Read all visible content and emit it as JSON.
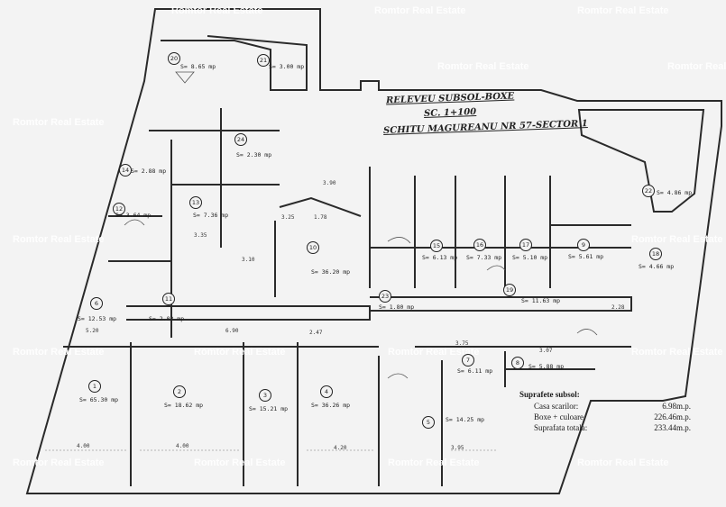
{
  "watermark_text": "Romtor Real Estate",
  "plan": {
    "title_lines": [
      "RELEVEU SUBSOL-BOXE",
      "SC. 1+100",
      "SCHITU MAGUREANU NR 57-SECTOR 1"
    ],
    "rooms": [
      {
        "num": "1",
        "area": "S= 65.30 mp"
      },
      {
        "num": "2",
        "area": "S= 18.62 mp"
      },
      {
        "num": "3",
        "area": "S= 15.21 mp"
      },
      {
        "num": "4",
        "area": "S= 36.26 mp"
      },
      {
        "num": "5",
        "area": "S= 14.25 mp"
      },
      {
        "num": "6",
        "area": "S= 12.53 mp"
      },
      {
        "num": "7",
        "area": "S= 6.11 mp"
      },
      {
        "num": "8",
        "area": "S= 5.88 mp"
      },
      {
        "num": "9",
        "area": "S= 5.61 mp"
      },
      {
        "num": "10",
        "area": "S= 36.20 mp"
      },
      {
        "num": "11",
        "area": "S= 2.02 mp"
      },
      {
        "num": "12",
        "area": "S= 3.64 mp"
      },
      {
        "num": "13",
        "area": "S= 7.36 mp"
      },
      {
        "num": "14",
        "area": "S= 2.88 mp"
      },
      {
        "num": "15",
        "area": "S= 6.13 mp"
      },
      {
        "num": "16",
        "area": "S= 7.33 mp"
      },
      {
        "num": "17",
        "area": "S= 5.10 mp"
      },
      {
        "num": "18",
        "area": "S= 4.66 mp"
      },
      {
        "num": "19",
        "area": "S= 11.63 mp"
      },
      {
        "num": "20",
        "area": "S= 8.65 mp"
      },
      {
        "num": "21",
        "area": "S= 3.00 mp"
      },
      {
        "num": "22",
        "area": "S= 4.86 mp"
      },
      {
        "num": "23",
        "area": "S= 1.80 mp"
      },
      {
        "num": "24",
        "area": "S= 2.30 mp"
      }
    ],
    "dimensions": [
      "4.00",
      "4.00",
      "4.20",
      "3.95",
      "3.90",
      "3.10",
      "3.75",
      "3.25",
      "1.78",
      "3.35",
      "5.20",
      "6.90",
      "2.47",
      "3.07",
      "2.28"
    ]
  },
  "summary": {
    "heading": "Suprafete subsol:",
    "rows": [
      {
        "label": "Casa scarilor:",
        "value": "6.98m.p."
      },
      {
        "label": "Boxe + culoare",
        "value": "226.46m.p."
      },
      {
        "label": "Suprafata totala:",
        "value": "233.44m.p."
      }
    ]
  }
}
